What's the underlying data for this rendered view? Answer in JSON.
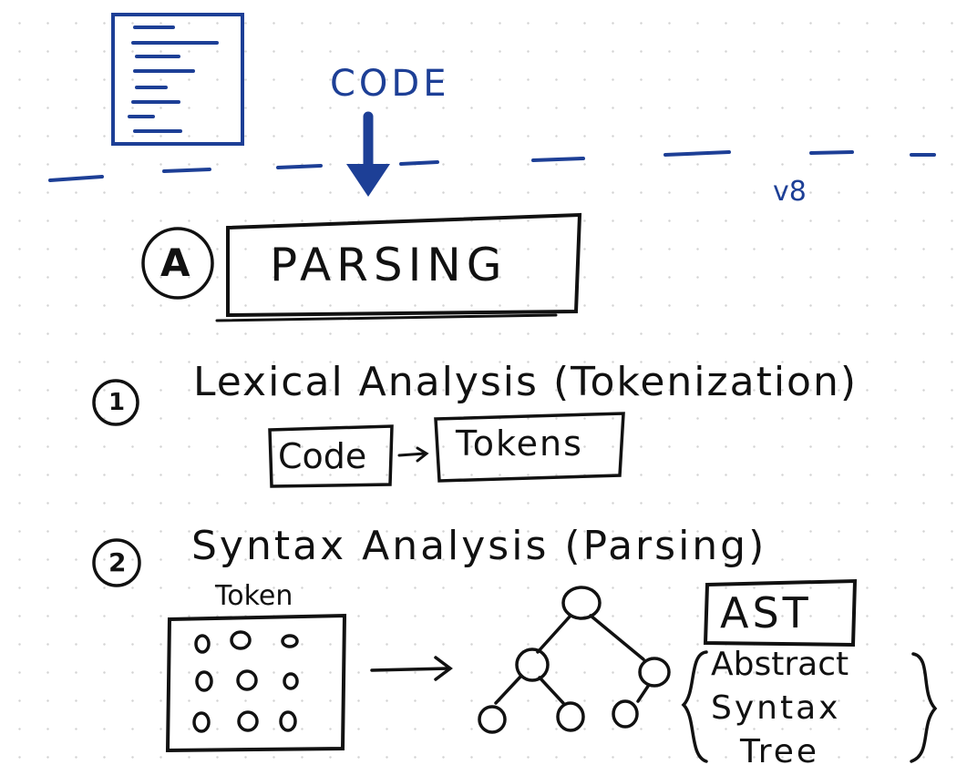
{
  "top": {
    "code_label": "CODE",
    "engine_label": "v8"
  },
  "section_a": {
    "marker": "A",
    "title": "PARSING"
  },
  "step1": {
    "number": "1",
    "title": "Lexical Analysis (Tokenization)",
    "input_box": "Code",
    "output_box": "Tokens"
  },
  "step2": {
    "number": "2",
    "title": "Syntax Analysis (Parsing)",
    "token_label": "Token",
    "ast_box": "AST",
    "ast_expansion": [
      "Abstract",
      "Syntax",
      "Tree"
    ]
  },
  "colors": {
    "ink": "#111111",
    "blue": "#1d3f96",
    "grid_dot": "#d3d3d3"
  }
}
